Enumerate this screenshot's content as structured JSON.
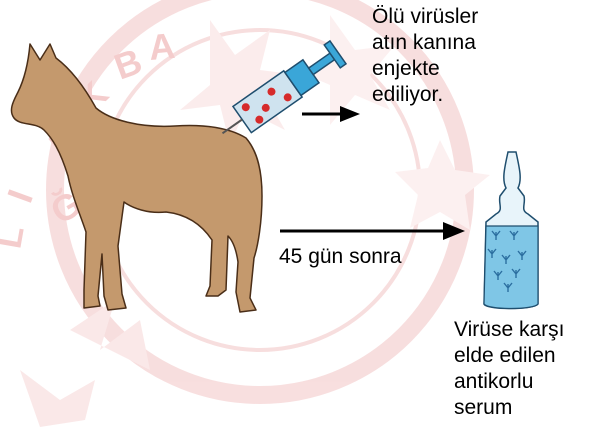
{
  "labels": {
    "injection": [
      "Ölü virüsler",
      "atın kanına",
      "enjekte",
      "ediliyor."
    ],
    "after_days": "45 gün sonra",
    "serum": [
      "Virüse karşı",
      "elde edilen",
      "antikorlu",
      "serum"
    ]
  },
  "watermark_text": "BAKANLIĞI",
  "colors": {
    "horse": "#c4996d",
    "horse_outline": "#4a2e18",
    "syringe_barrel": "#cfe3ef",
    "syringe_blue": "#3aa6d8",
    "virus_dots": "#d62b2b",
    "vial_liquid": "#7fc6e6",
    "vial_glass": "#e8f4fa",
    "antibody": "#2c6fa0",
    "watermark": "#f2c4c4",
    "arrow": "#000000"
  },
  "icons": [
    "horse",
    "syringe",
    "serum-vial",
    "antibody",
    "arrow"
  ]
}
